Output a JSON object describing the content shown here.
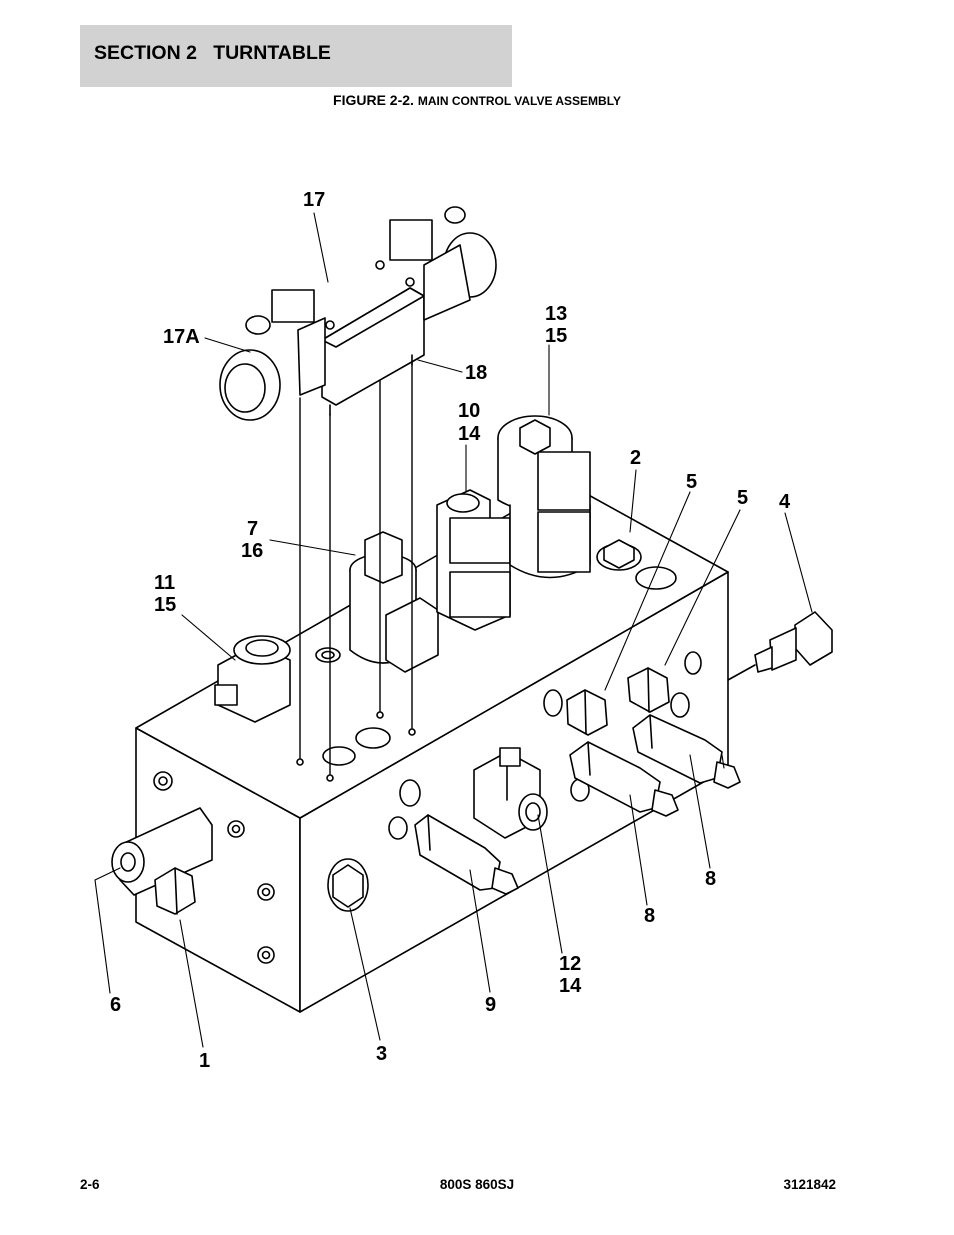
{
  "header": {
    "section_title": "SECTION 2   TURNTABLE"
  },
  "figure": {
    "caption_main": "FIGURE 2-2. ",
    "caption_sub": "MAIN CONTROL VALVE ASSEMBLY"
  },
  "callouts": {
    "c17": "17",
    "c17a": "17A",
    "c18": "18",
    "c13": "13",
    "c15a": "15",
    "c10": "10",
    "c14a": "14",
    "c2": "2",
    "c5a": "5",
    "c5b": "5",
    "c4": "4",
    "c7": "7",
    "c16": "16",
    "c11": "11",
    "c15b": "15",
    "c8a": "8",
    "c8b": "8",
    "c12": "12",
    "c14b": "14",
    "c9": "9",
    "c6": "6",
    "c1": "1",
    "c3": "3"
  },
  "footer": {
    "page": "2-6",
    "model": "800S 860SJ",
    "part": "3121842"
  }
}
